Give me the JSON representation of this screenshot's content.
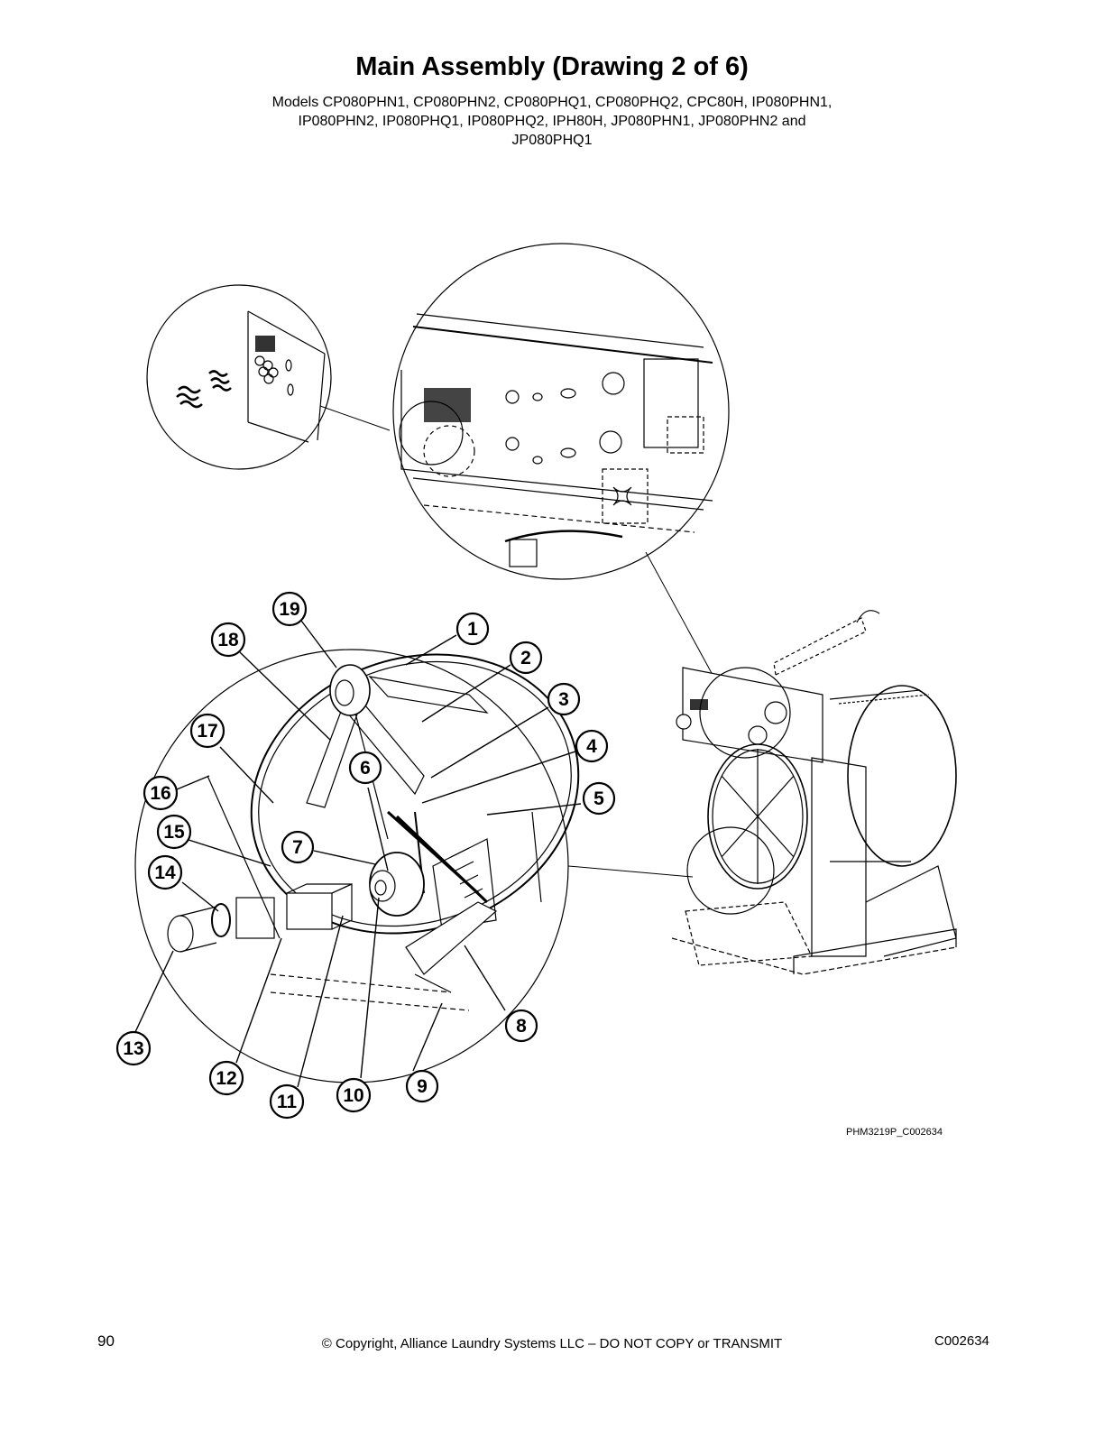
{
  "header": {
    "title": "Main Assembly (Drawing 2 of 6)",
    "models_lines": [
      "Models CP080PHN1, CP080PHN2, CP080PHQ1, CP080PHQ2, CPC80H, IP080PHN1,",
      "IP080PHN2, IP080PHQ1, IP080PHQ2, IPH80H, JP080PHN1, JP080PHN2 and",
      "JP080PHQ1"
    ]
  },
  "callouts": [
    "1",
    "2",
    "3",
    "4",
    "5",
    "6",
    "7",
    "8",
    "9",
    "10",
    "11",
    "12",
    "13",
    "14",
    "15",
    "16",
    "17",
    "18",
    "19"
  ],
  "figure_code": "PHM3219P_C002634",
  "footer": {
    "page_number": "90",
    "copyright": "© Copyright, Alliance Laundry Systems LLC – DO NOT COPY or TRANSMIT",
    "doc_code": "C002634"
  }
}
